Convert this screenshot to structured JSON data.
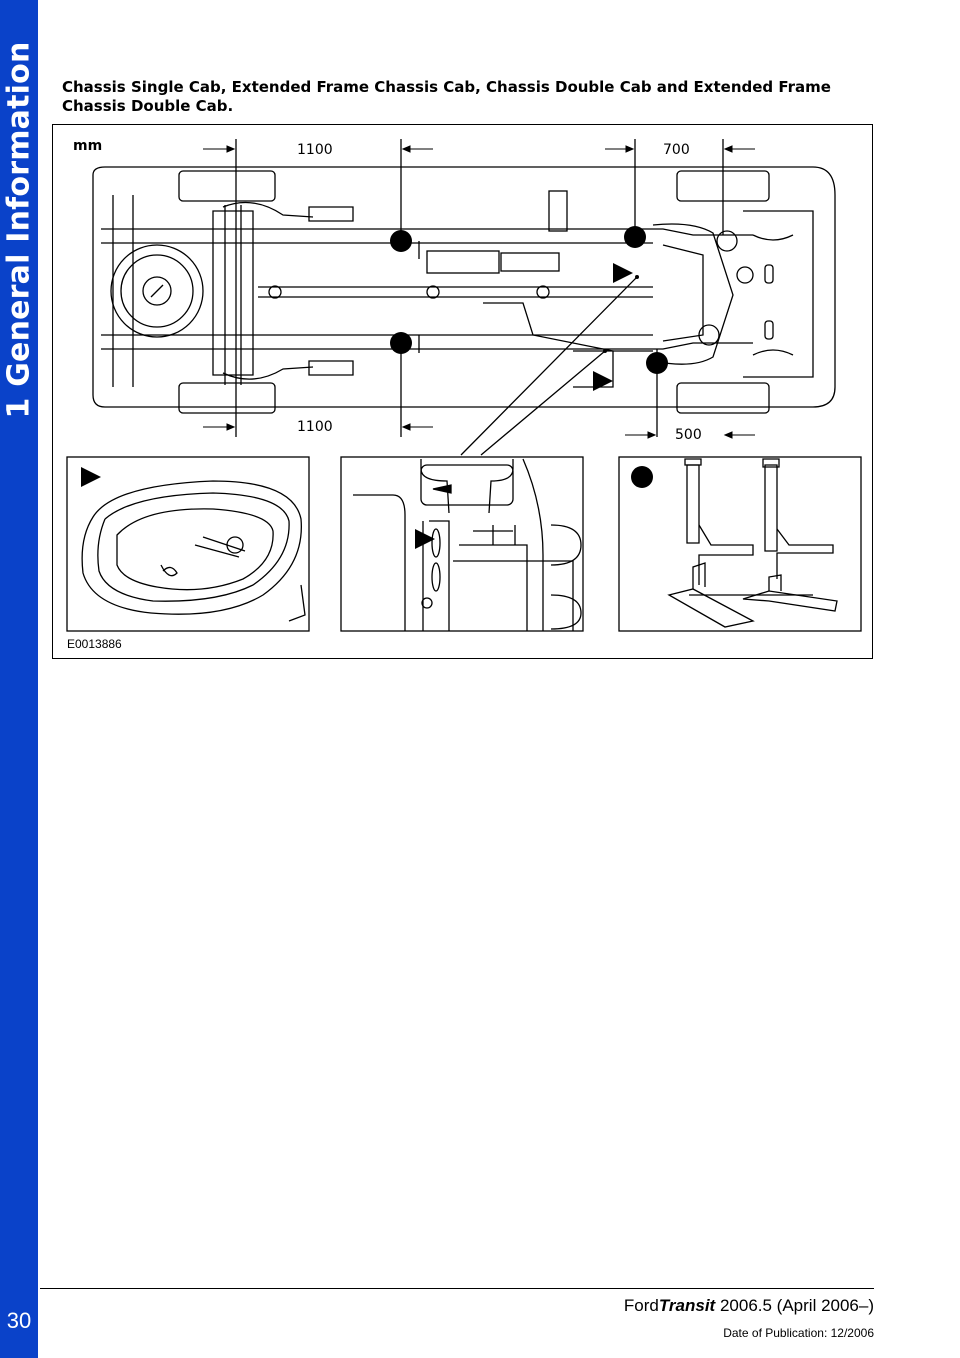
{
  "sidebar": {
    "section_title": "1 General Information",
    "page_number": "30"
  },
  "caption": "Chassis Single Cab, Extended Frame Chassis Cab, Chassis Double Cab and Extended Frame Chassis Double Cab.",
  "figure": {
    "unit_label": "mm",
    "dimensions": {
      "top_left": "1100",
      "top_right": "700",
      "bottom_left": "1100",
      "bottom_right": "500"
    },
    "figure_id": "E0013886"
  },
  "footer": {
    "brand": "Ford",
    "model": "Transit",
    "edition": "2006.5 (April 2006–)",
    "publication_date": "Date of Publication: 12/2006"
  }
}
